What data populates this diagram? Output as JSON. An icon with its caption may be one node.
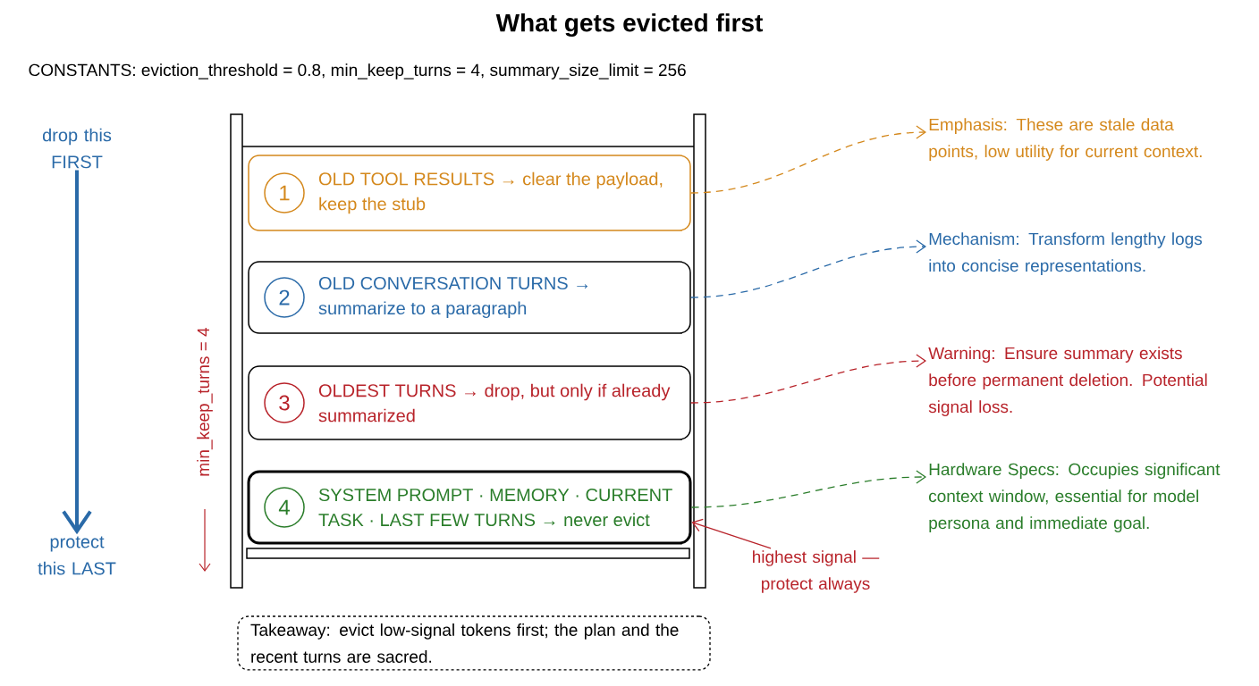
{
  "diagram": {
    "title": "What gets evicted first",
    "nodes": [
      {
        "text": [
          "drop this FIRST"
        ]
      },
      {
        "text": [
          "protect this LAST"
        ]
      },
      {
        "text": [
          "1",
          "OLD TOOL RESULTS → clear the payload, keep the stub"
        ]
      },
      {
        "text": [
          "2",
          "OLD CONVERSATION TURNS → summarize to a paragraph"
        ]
      },
      {
        "text": [
          "3",
          "OLDEST TURNS → drop, but only if already summarized"
        ]
      },
      {
        "text": [
          "4",
          "SYSTEM PROMPT · MEMORY · CURRENT TASK · LAST FEW TURNS → never evict"
        ]
      },
      {
        "text": [
          "Emphasis: These are stale data points, low utility for current context."
        ]
      },
      {
        "text": [
          "Mechanism: Transform lengthy logs into concise representations."
        ]
      },
      {
        "text": [
          "Warning: Ensure summary exists before permanent deletion. Potential signal loss."
        ]
      },
      {
        "text": [
          "Hardware Specs: Occupies significant context window, essential for model persona and immediate goal."
        ]
      },
      {
        "text": [
          "highest signal — protect always"
        ]
      },
      {
        "text": [
          "Takeaway: evict low-signal tokens first; the plan and the recent turns are sacred."
        ]
      }
    ],
    "edges": [
      {
        "from": 0,
        "to": 1,
        "arrow": "to",
        "style": "thick",
        "color": "#2a6aa8"
      },
      {
        "from": 2,
        "to": 6,
        "arrow": "to",
        "style": "dashed",
        "color": "#d4881c"
      },
      {
        "from": 3,
        "to": 7,
        "arrow": "to",
        "style": "dashed",
        "color": "#2a6aa8"
      },
      {
        "from": 4,
        "to": 8,
        "arrow": "to",
        "style": "dashed",
        "color": "#b8232a"
      },
      {
        "from": 5,
        "to": 9,
        "arrow": "to",
        "style": "dashed",
        "color": "#2a7d2a"
      },
      {
        "from": 10,
        "to": 5,
        "arrow": "to",
        "color": "#b8232a"
      }
    ],
    "labels": [
      "CONSTANTS: eviction_threshold = 0.8, min_keep_turns = 4, summary_size_limit = 256",
      "min_keep_turns = 4"
    ]
  }
}
